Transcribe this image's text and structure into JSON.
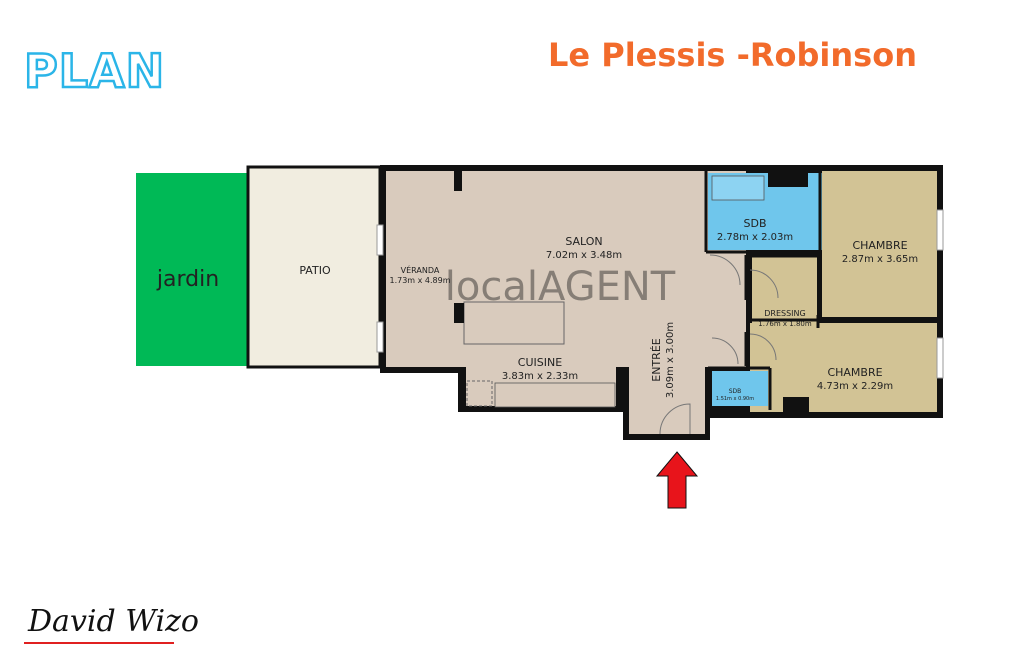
{
  "header": {
    "plan_label": "PLAN",
    "city": "Le Plessis -Robinson"
  },
  "rooms": {
    "jardin": {
      "name": "jardin"
    },
    "patio": {
      "name": "PATIO"
    },
    "veranda": {
      "name": "VÉRANDA",
      "size": "1.73m x 4.89m"
    },
    "salon": {
      "name": "SALON",
      "size": "7.02m x 3.48m"
    },
    "cuisine": {
      "name": "CUISINE",
      "size": "3.83m x 2.33m"
    },
    "entree": {
      "name": "ENTRÉE",
      "size": "3.09m x 3.00m"
    },
    "sdb1": {
      "name": "SDB",
      "size": "2.78m x 2.03m"
    },
    "chambre1": {
      "name": "CHAMBRE",
      "size": "2.87m x 3.65m"
    },
    "dressing": {
      "name": "DRESSING",
      "size": "1.76m x 1.80m"
    },
    "chambre2": {
      "name": "CHAMBRE",
      "size": "4.73m x 2.29m"
    },
    "sdb2": {
      "name": "SDB",
      "size": "1.51m x 0.90m"
    }
  },
  "watermark": "localAGENT",
  "signature": "David Wizo",
  "colors": {
    "salon": "#d9cbbd",
    "chambre": "#d2c395",
    "sdb": "#6fc6ec",
    "patio": "#f1ede0",
    "jardin": "#00b956",
    "wall": "#111111",
    "arrow": "#e8141b",
    "title": "#f26b2b",
    "plan": "#2bb5e8"
  }
}
